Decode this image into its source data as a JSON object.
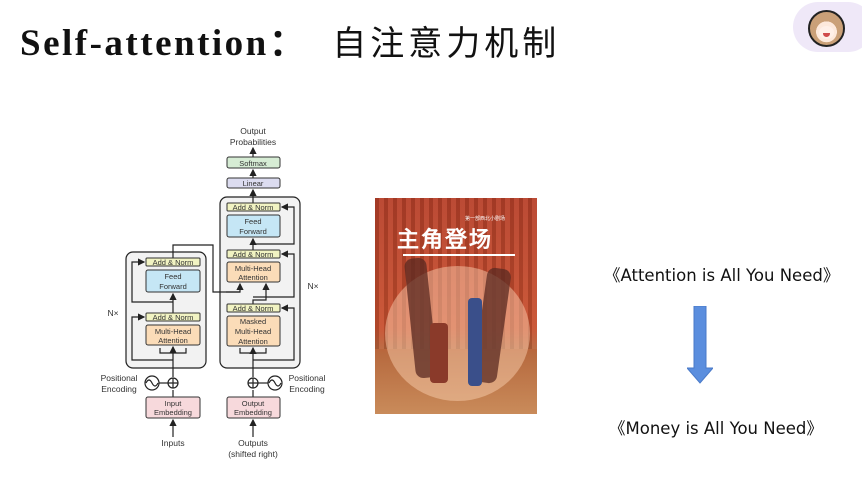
{
  "title": {
    "en": "Self-attention：",
    "cn": "自注意力机制"
  },
  "diagram": {
    "output_probabilities": [
      "Output",
      "Probabilities"
    ],
    "softmax": "Softmax",
    "linear": "Linear",
    "add_norm": "Add & Norm",
    "feed_forward": [
      "Feed",
      "Forward"
    ],
    "multi_head_attention": [
      "Multi-Head",
      "Attention"
    ],
    "masked_multi_head_attention": [
      "Masked",
      "Multi-Head",
      "Attention"
    ],
    "nx": "N×",
    "positional_encoding": [
      "Positional",
      "Encoding"
    ],
    "input_embedding": [
      "Input",
      "Embedding"
    ],
    "output_embedding": [
      "Output",
      "Embedding"
    ],
    "inputs": "Inputs",
    "outputs": [
      "Outputs",
      "(shifted right)"
    ]
  },
  "poster": {
    "title": "主角登场",
    "subtitle": "第一部西北小剧场"
  },
  "quotes": {
    "top": "《Attention is All You Need》",
    "bottom": "《Money is All You Need》"
  },
  "colors": {
    "arrow": "#5b8ede",
    "add_norm": "#f1f3c2",
    "feed_forward": "#c5e6f5",
    "attention": "#fbdcb8",
    "embedding": "#f7d9dc",
    "softmax": "#d6ecd4",
    "linear": "#dcdcf0"
  }
}
